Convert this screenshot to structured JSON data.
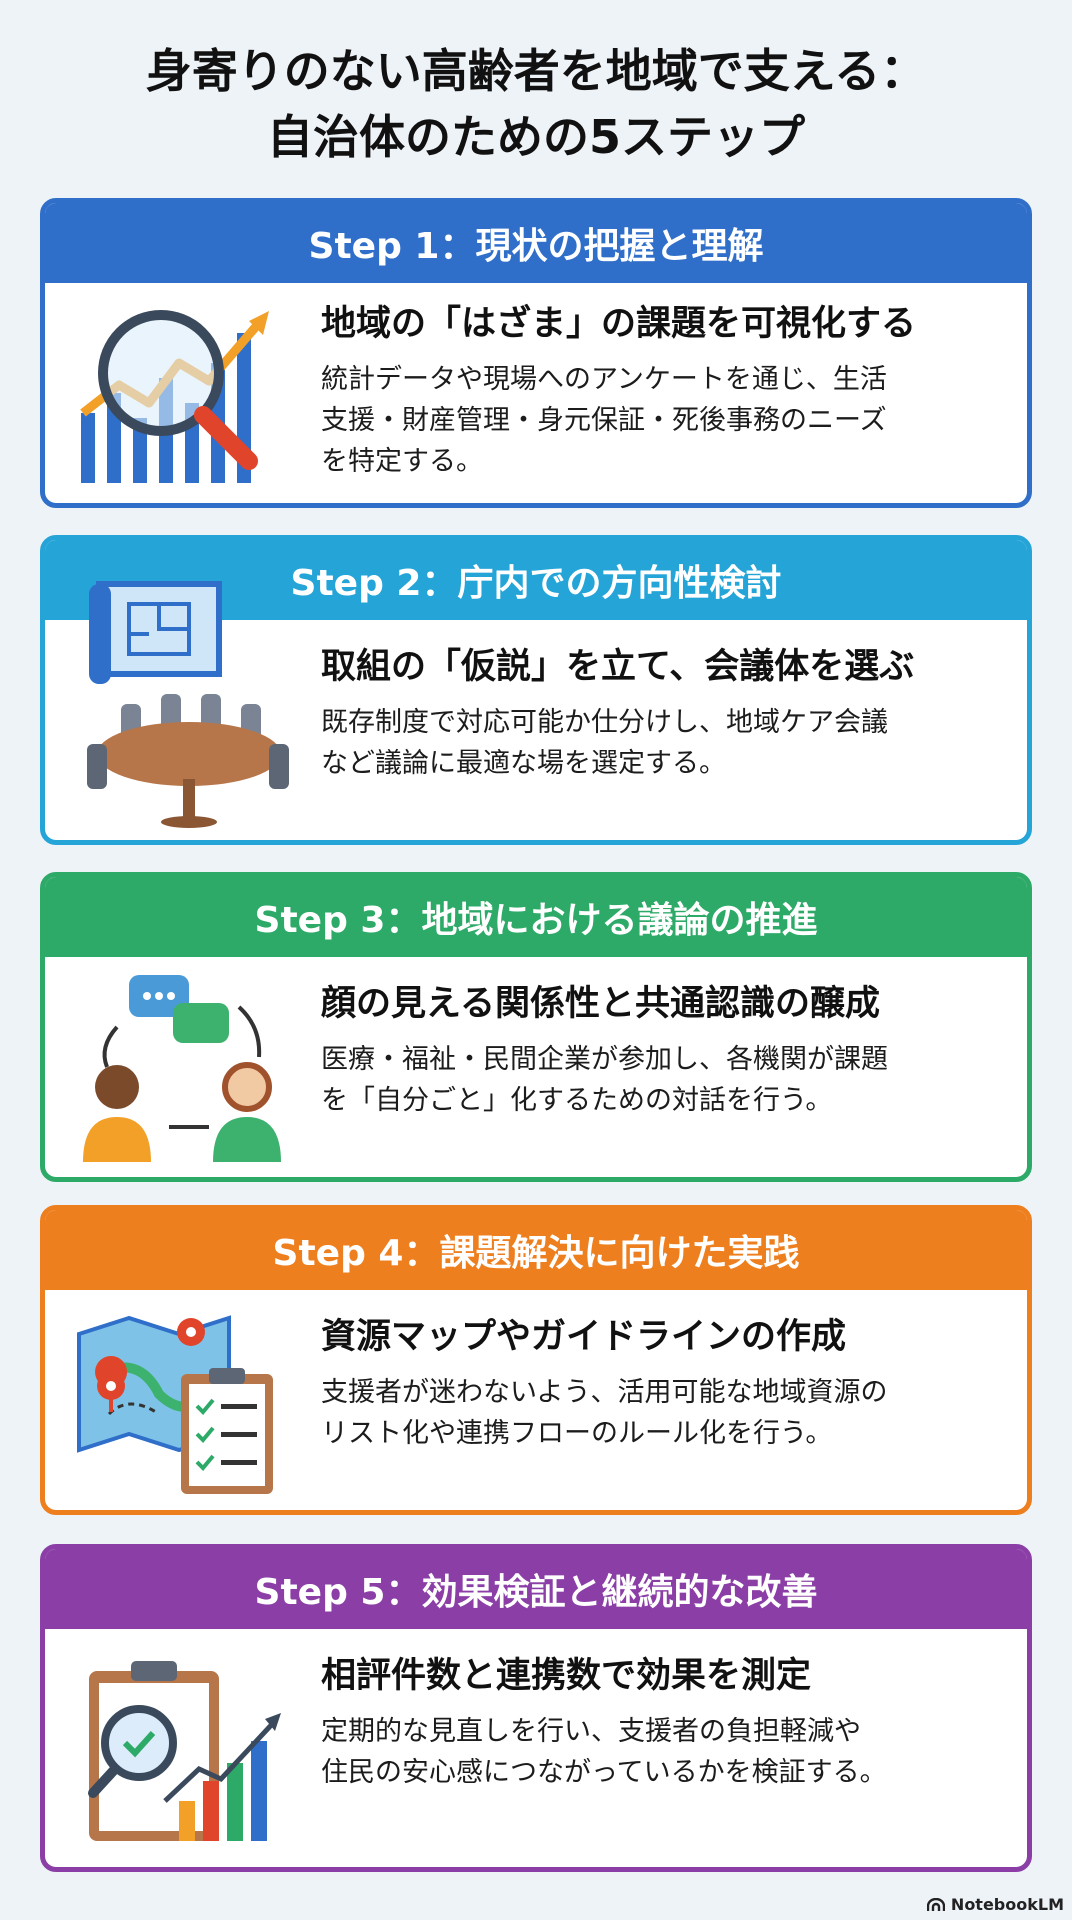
{
  "title": {
    "line1": "身寄りのない高齢者を地域で支える：",
    "line2": "自治体のための5ステップ"
  },
  "colors": {
    "step1": "#2f6fc9",
    "step2": "#25a4d8",
    "step3": "#2eaa68",
    "step4": "#ee7f1f",
    "step5": "#8a3ea6"
  },
  "steps": [
    {
      "header": "Step 1：現状の把握と理解",
      "heading": "地域の「はざま」の課題を可視化する",
      "description": "統計データや現場へのアンケートを通じ、生活\n支援・財産管理・身元保証・死後事務のニーズ\nを特定する。",
      "icon": "magnifier-chart-icon"
    },
    {
      "header": "Step 2：庁内での方向性検討",
      "heading": "取組の「仮説」を立て、会議体を選ぶ",
      "description": "既存制度で対応可能か仕分けし、地域ケア会議\nなど議論に最適な場を選定する。",
      "icon": "blueprint-meeting-table-icon"
    },
    {
      "header": "Step 3：地域における議論の推進",
      "heading": "顔の見える関係性と共通認識の醸成",
      "description": "医療・福祉・民間企業が参加し、各機関が課題\nを「自分ごと」化するための対話を行う。",
      "icon": "people-dialogue-icon"
    },
    {
      "header": "Step 4：課題解決に向けた実践",
      "heading": "資源マップやガイドラインの作成",
      "description": "支援者が迷わないよう、活用可能な地域資源の\nリスト化や連携フローのルール化を行う。",
      "icon": "map-checklist-icon"
    },
    {
      "header": "Step 5：効果検証と継続的な改善",
      "heading": "相評件数と連携数で効果を測定",
      "description": "定期的な見直しを行い、支援者の負担軽減や\n住民の安心感につながっているかを検証する。",
      "icon": "clipboard-growth-icon"
    }
  ],
  "footer": {
    "brand": "NotebookLM",
    "icon": "notebooklm-logo-icon"
  }
}
